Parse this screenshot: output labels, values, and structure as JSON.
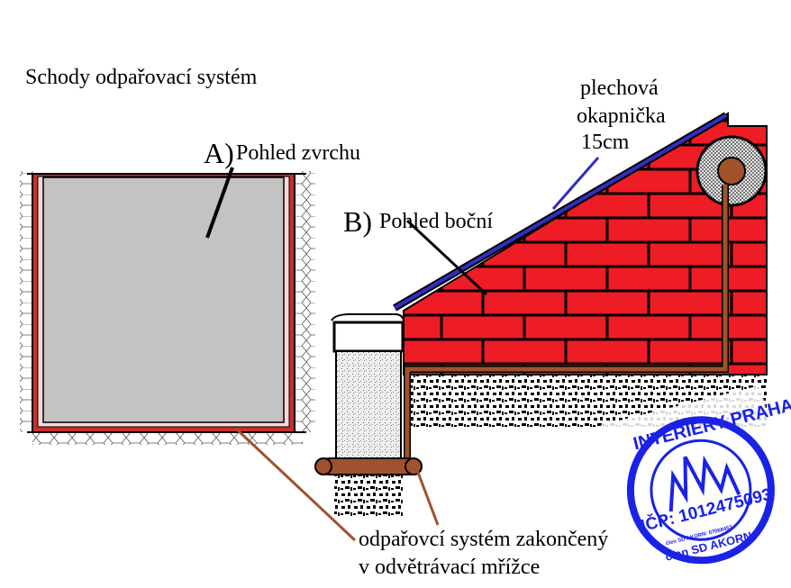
{
  "title": "Schody odpařovací  systém",
  "labels": {
    "a_letter": "A)",
    "a_text": "Pohled zvrchu",
    "b_letter": "B)",
    "b_text": "Pohled boční",
    "drip_edge_line1": "plechová",
    "drip_edge_line2": "okapnička",
    "drip_edge_line3": "15cm",
    "vent_line1": "odpařovcí systém zakončený",
    "vent_line2": "v odvětrávací mřížce"
  },
  "stamp": {
    "top_text": "INTERIÉRY PRAHA",
    "icp_text": "IČP: 1012475093",
    "bottom_text": "člen SD AKORN",
    "small_text": "člen SD AKORN: 07068457"
  },
  "colors": {
    "brick": "#ee1c24",
    "mortar": "#000000",
    "slab": "#c3c3c3",
    "border_red": "#c8302c",
    "pipe": "#a0522d",
    "roof_edge": "#2f2fbf",
    "stamp_blue": "#1a22e6"
  }
}
